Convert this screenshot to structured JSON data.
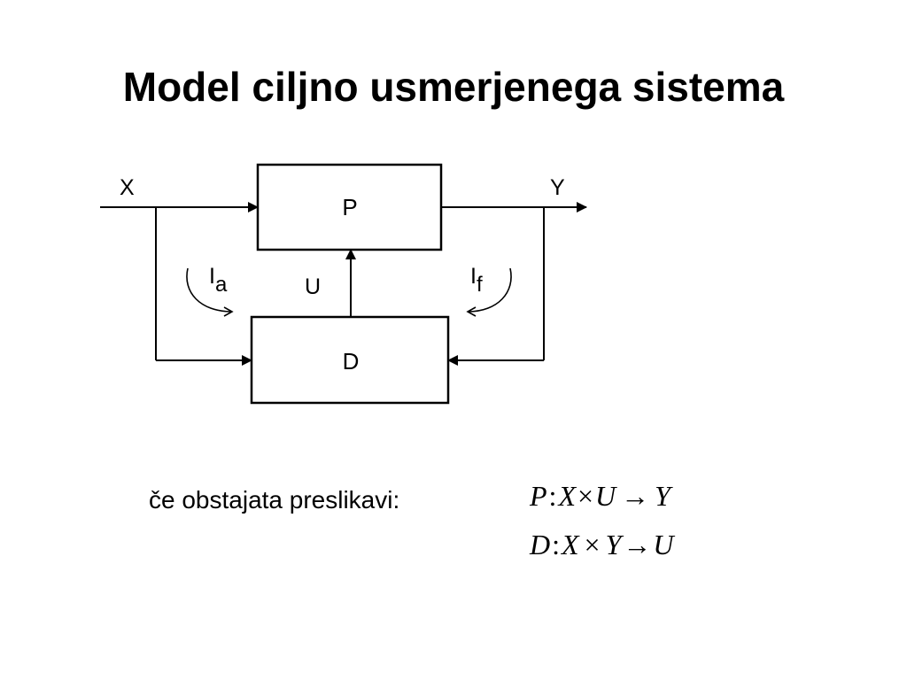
{
  "slide": {
    "title": "Model ciljno usmerjenega sistema"
  },
  "diagram": {
    "input_label": "X",
    "output_label": "Y",
    "process_block": "P",
    "decision_block": "D",
    "control_label": "U",
    "info_a": {
      "base": "I",
      "sub": "a"
    },
    "info_f": {
      "base": "I",
      "sub": "f"
    }
  },
  "condition": {
    "text": "če obstajata preslikavi:"
  },
  "formulas": [
    {
      "lhs": "P",
      "colon": ":",
      "a": "X",
      "times": "×",
      "b": "U",
      "arrow": "→",
      "rhs": "Y"
    },
    {
      "lhs": "D",
      "colon": ":",
      "a": "X",
      "times": "×",
      "b": "Y",
      "arrow": "→",
      "rhs": "U"
    }
  ]
}
